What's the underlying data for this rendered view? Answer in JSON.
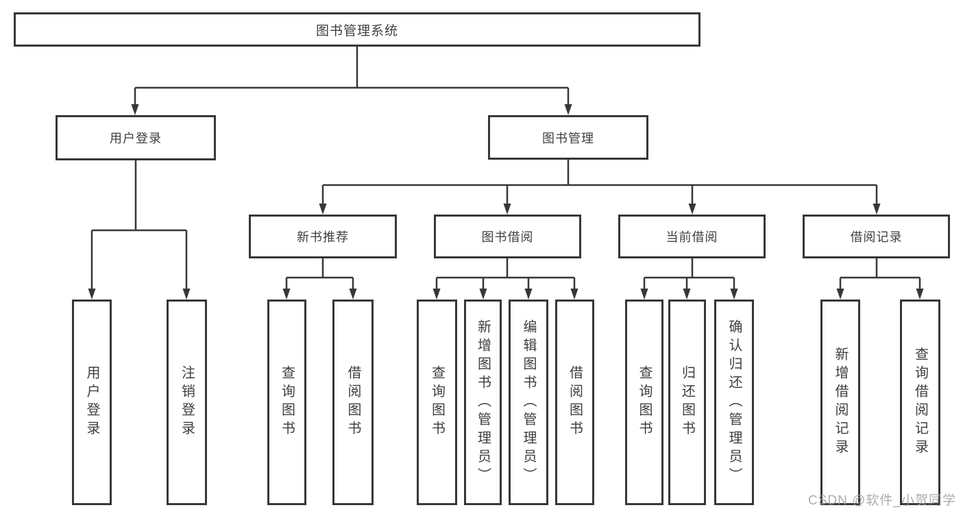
{
  "diagram_type": "hierarchy-chart",
  "colors": {
    "line": "#373737",
    "box_border": "#373737",
    "text": "#3e3e3e",
    "watermark": "#9e9e9e",
    "background": "#ffffff"
  },
  "tree": {
    "label": "图书管理系统",
    "children": [
      {
        "label": "用户登录",
        "children": [
          {
            "label": "用户登录"
          },
          {
            "label": "注销登录"
          }
        ]
      },
      {
        "label": "图书管理",
        "children": [
          {
            "label": "新书推荐",
            "children": [
              {
                "label": "查询图书"
              },
              {
                "label": "借阅图书"
              }
            ]
          },
          {
            "label": "图书借阅",
            "children": [
              {
                "label": "查询图书"
              },
              {
                "label": "新增图书（管理员）"
              },
              {
                "label": "编辑图书（管理员）"
              },
              {
                "label": "借阅图书"
              }
            ]
          },
          {
            "label": "当前借阅",
            "children": [
              {
                "label": "查询图书"
              },
              {
                "label": "归还图书"
              },
              {
                "label": "确认归还（管理员）"
              }
            ]
          },
          {
            "label": "借阅记录",
            "children": [
              {
                "label": "新增借阅记录"
              },
              {
                "label": "查询借阅记录"
              }
            ]
          }
        ]
      }
    ]
  },
  "watermark": {
    "text": "CSDN @软件_小贺同学"
  }
}
